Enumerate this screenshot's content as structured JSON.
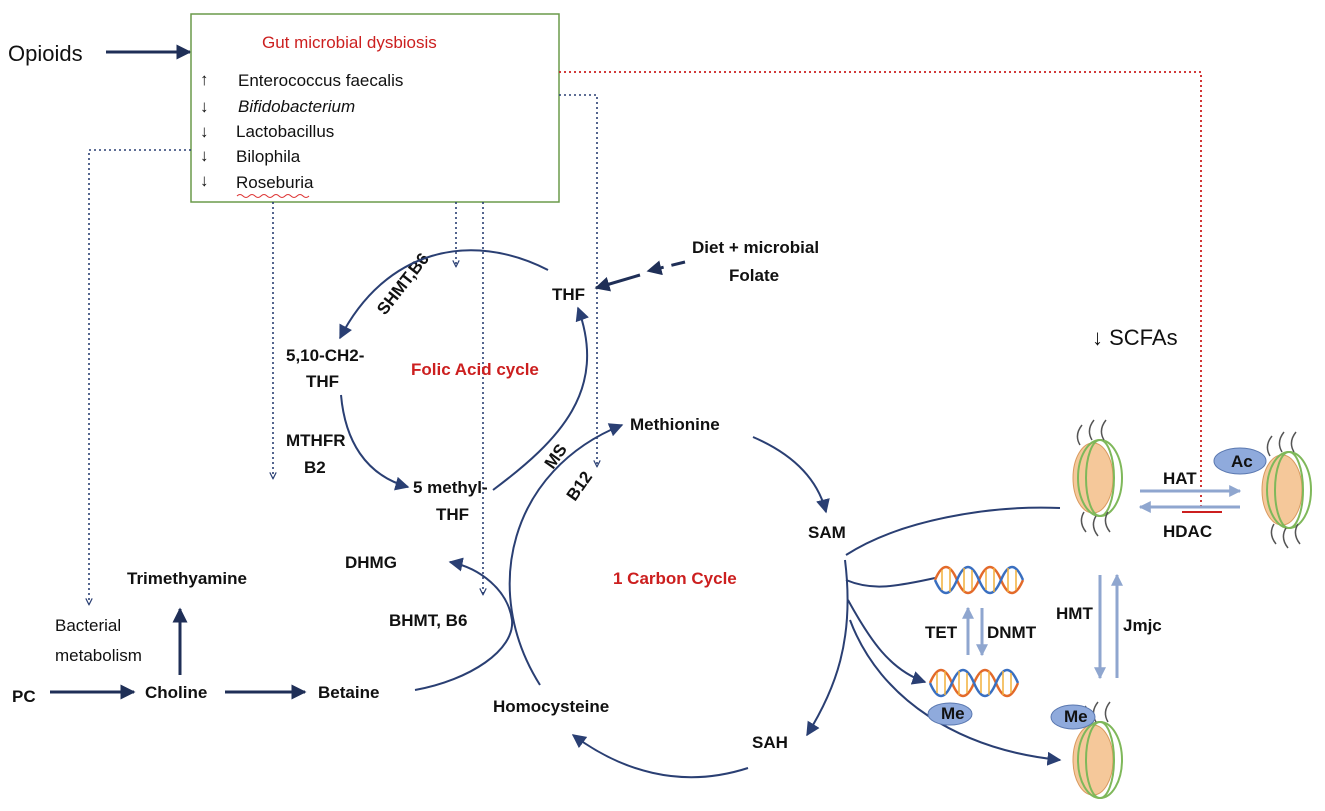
{
  "inputs": {
    "opioids": "Opioids",
    "diet": "Diet + microbial",
    "folate": "Folate"
  },
  "dysbiosis": {
    "title": "Gut microbial dysbiosis",
    "items": [
      {
        "arrow": "↑",
        "name": "Enterococcus faecalis"
      },
      {
        "arrow": "↓",
        "name": "Bifidobacterium"
      },
      {
        "arrow": "↓",
        "name": "Lactobacillus"
      },
      {
        "arrow": "↓",
        "name": "Bilophila"
      },
      {
        "arrow": "↓",
        "name": "Roseburia"
      }
    ]
  },
  "scfa": "↓ SCFAs",
  "folic_cycle": {
    "title": "Folic Acid cycle",
    "thf": "THF",
    "ch2thf_1": "5,10-CH2-",
    "ch2thf_2": "THF",
    "methylthf_1": "5 methyl-",
    "methylthf_2": "THF",
    "shmt": "SHMT,B6",
    "mthfr_1": "MTHFR",
    "mthfr_2": "B2",
    "ms": "MS",
    "b12": "B12"
  },
  "one_carbon": {
    "title": "1 Carbon Cycle",
    "methionine": "Methionine",
    "sam": "SAM",
    "sah": "SAH",
    "homocysteine": "Homocysteine",
    "dhmg": "DHMG",
    "bhmt": "BHMT, B6"
  },
  "choline_path": {
    "pc": "PC",
    "choline": "Choline",
    "betaine": "Betaine",
    "trimethylamine": "Trimethyamine",
    "bacterial_1": "Bacterial",
    "bacterial_2": "metabolism"
  },
  "epigenetics": {
    "hat": "HAT",
    "hdac": "HDAC",
    "hmt": "HMT",
    "jmjc": "Jmjc",
    "tet": "TET",
    "dnmt": "DNMT",
    "ac": "Ac",
    "me_dna": "Me",
    "me_histone": "Me"
  },
  "colors": {
    "arrow": "#1f2f57",
    "label_red": "#cc1f1f",
    "box_border": "#6a9a4a",
    "enzyme_arrow": "#8fa6cf"
  }
}
